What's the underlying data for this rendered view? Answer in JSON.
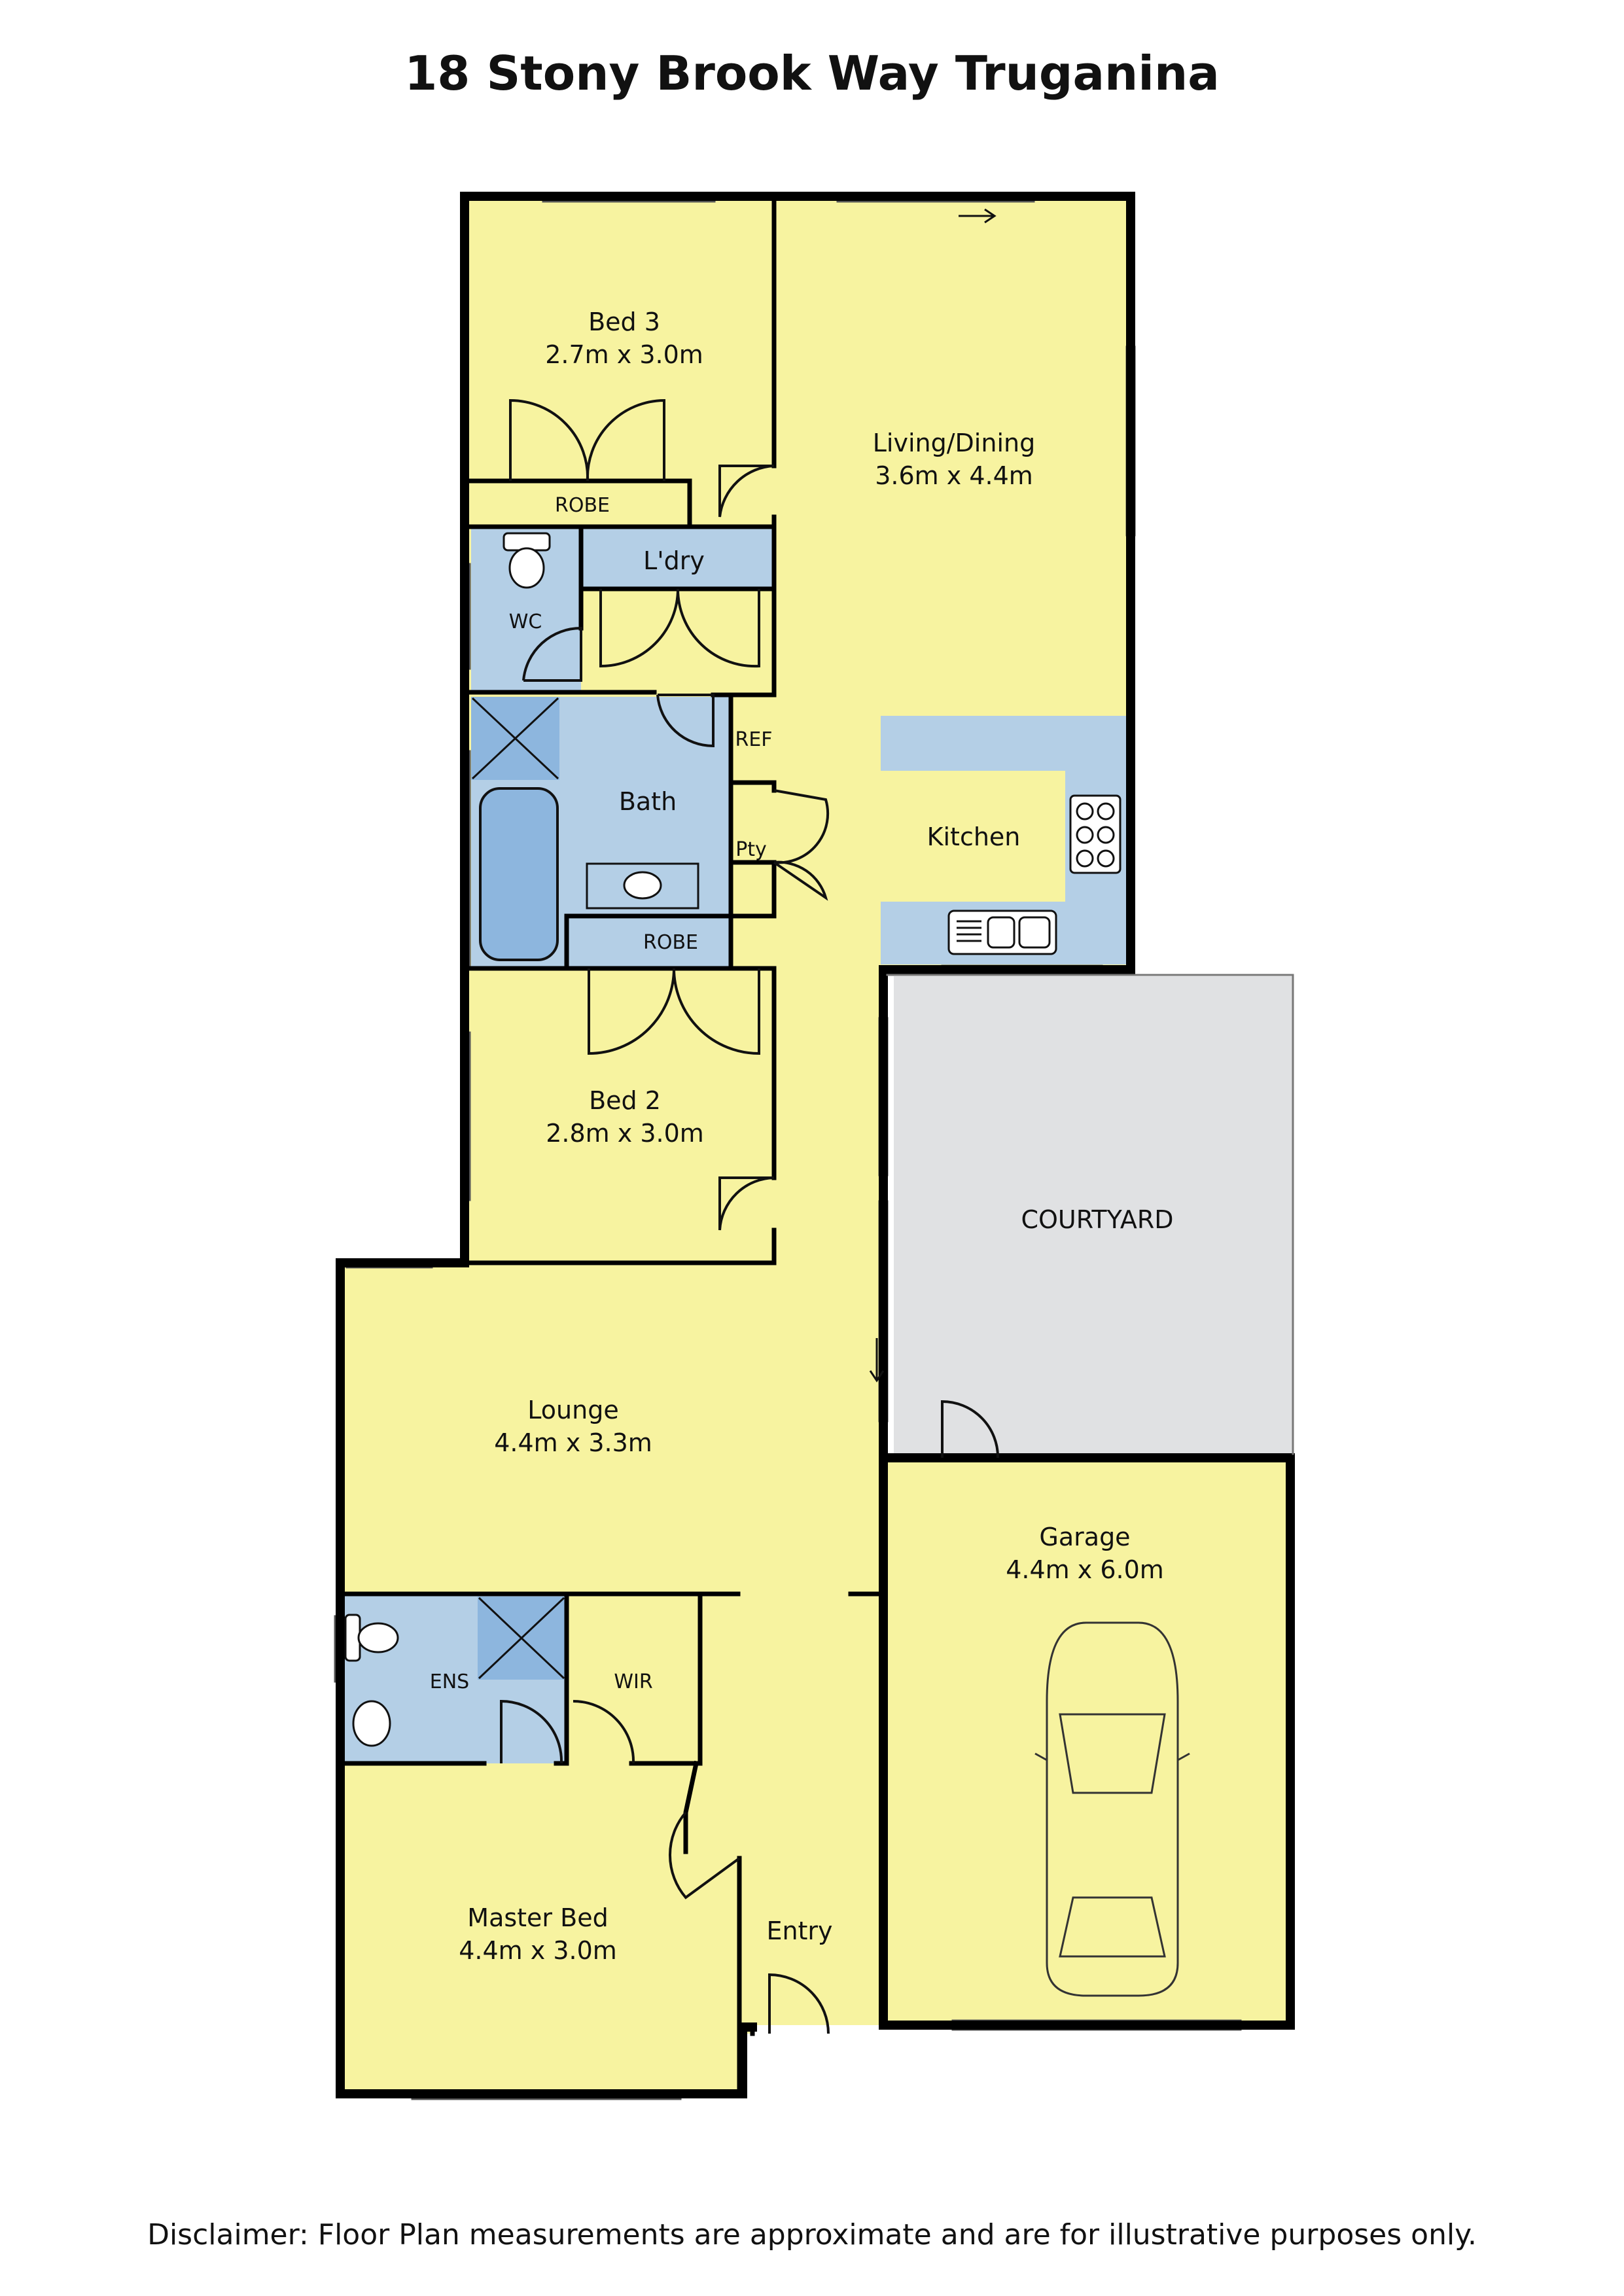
{
  "title": "18 Stony Brook Way Truganina",
  "disclaimer": "Disclaimer: Floor Plan measurements are approximate and are for illustrative purposes only.",
  "colors": {
    "living": "#f7f3a0",
    "wet": "#b4cfe6",
    "fixture": "#8db6de",
    "courtyard": "#e0e1e3",
    "wall": "#000000"
  },
  "rooms": {
    "bed3": {
      "name": "Bed 3",
      "dims": "2.7m x 3.0m"
    },
    "living": {
      "name": "Living/Dining",
      "dims": "3.6m x 4.4m"
    },
    "robe_top": {
      "name": "ROBE"
    },
    "wc": {
      "name": "WC"
    },
    "laundry": {
      "name": "L'dry"
    },
    "bath": {
      "name": "Bath"
    },
    "ref": {
      "name": "REF"
    },
    "pantry": {
      "name": "Pty"
    },
    "kitchen": {
      "name": "Kitchen"
    },
    "robe_bed2": {
      "name": "ROBE"
    },
    "bed2": {
      "name": "Bed 2",
      "dims": "2.8m x 3.0m"
    },
    "courtyard": {
      "name": "COURTYARD"
    },
    "lounge": {
      "name": "Lounge",
      "dims": "4.4m x 3.3m"
    },
    "garage": {
      "name": "Garage",
      "dims": "4.4m x 6.0m"
    },
    "ensuite": {
      "name": "ENS"
    },
    "wir": {
      "name": "WIR"
    },
    "master": {
      "name": "Master Bed",
      "dims": "4.4m x 3.0m"
    },
    "entry": {
      "name": "Entry"
    }
  },
  "icons": [
    "door-swing-icon",
    "window-icon",
    "toilet-icon",
    "basin-icon",
    "bathtub-icon",
    "shower-icon",
    "cooktop-icon",
    "kitchen-sink-icon",
    "car-icon",
    "arrow-icon"
  ]
}
